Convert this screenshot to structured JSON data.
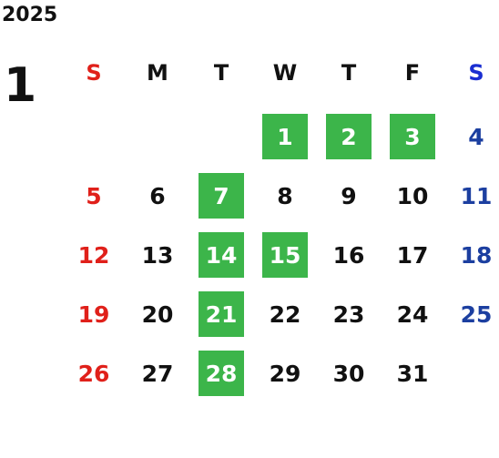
{
  "calendar": {
    "year": "2025",
    "month": "1",
    "weekdays": [
      "S",
      "M",
      "T",
      "W",
      "T",
      "F",
      "S"
    ],
    "weeks": [
      [
        "",
        "",
        "",
        "1",
        "2",
        "3",
        "4"
      ],
      [
        "5",
        "6",
        "7",
        "8",
        "9",
        "10",
        "11"
      ],
      [
        "12",
        "13",
        "14",
        "15",
        "16",
        "17",
        "18"
      ],
      [
        "19",
        "20",
        "21",
        "22",
        "23",
        "24",
        "25"
      ],
      [
        "26",
        "27",
        "28",
        "29",
        "30",
        "31",
        ""
      ]
    ],
    "highlighted_days": [
      "1",
      "2",
      "3",
      "7",
      "14",
      "15",
      "21",
      "28"
    ]
  },
  "colors": {
    "highlight": "#3cb54a",
    "sunday": "#e0201a",
    "saturday": "#1c3fa0",
    "saturday_header": "#1a2ed1",
    "text": "#111111"
  }
}
